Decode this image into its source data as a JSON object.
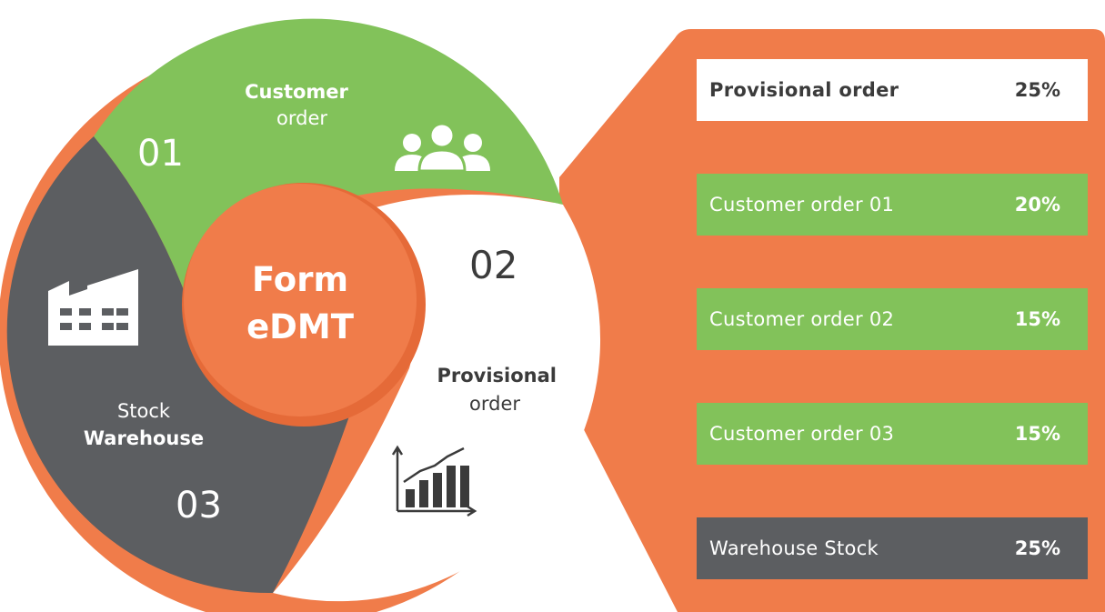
{
  "colors": {
    "orange": "#f07c4a",
    "orange_dark": "#e56a38",
    "green": "#82c25a",
    "gray": "#5c5e61",
    "white": "#ffffff",
    "text_dark": "#3b3b3b"
  },
  "center": {
    "line1": "Form",
    "line2": "eDMT"
  },
  "segments": [
    {
      "number": "01",
      "title_bold": "Customer",
      "title_rest": "order",
      "icon": "people-icon",
      "color": "green"
    },
    {
      "number": "02",
      "title_bold": "Provisional",
      "title_rest": "order",
      "icon": "bar-chart-icon",
      "color": "white"
    },
    {
      "number": "03",
      "title_rest": "Stock",
      "title_bold": "Warehouse",
      "icon": "building-icon",
      "color": "gray"
    }
  ],
  "breakdown": [
    {
      "label": "Provisional order",
      "value": "25%",
      "style": "white"
    },
    {
      "label": "Customer order 01",
      "value": "20%",
      "style": "green"
    },
    {
      "label": "Customer order 02",
      "value": "15%",
      "style": "green"
    },
    {
      "label": "Customer order 03",
      "value": "15%",
      "style": "green"
    },
    {
      "label": "Warehouse Stock",
      "value": "25%",
      "style": "gray"
    }
  ]
}
